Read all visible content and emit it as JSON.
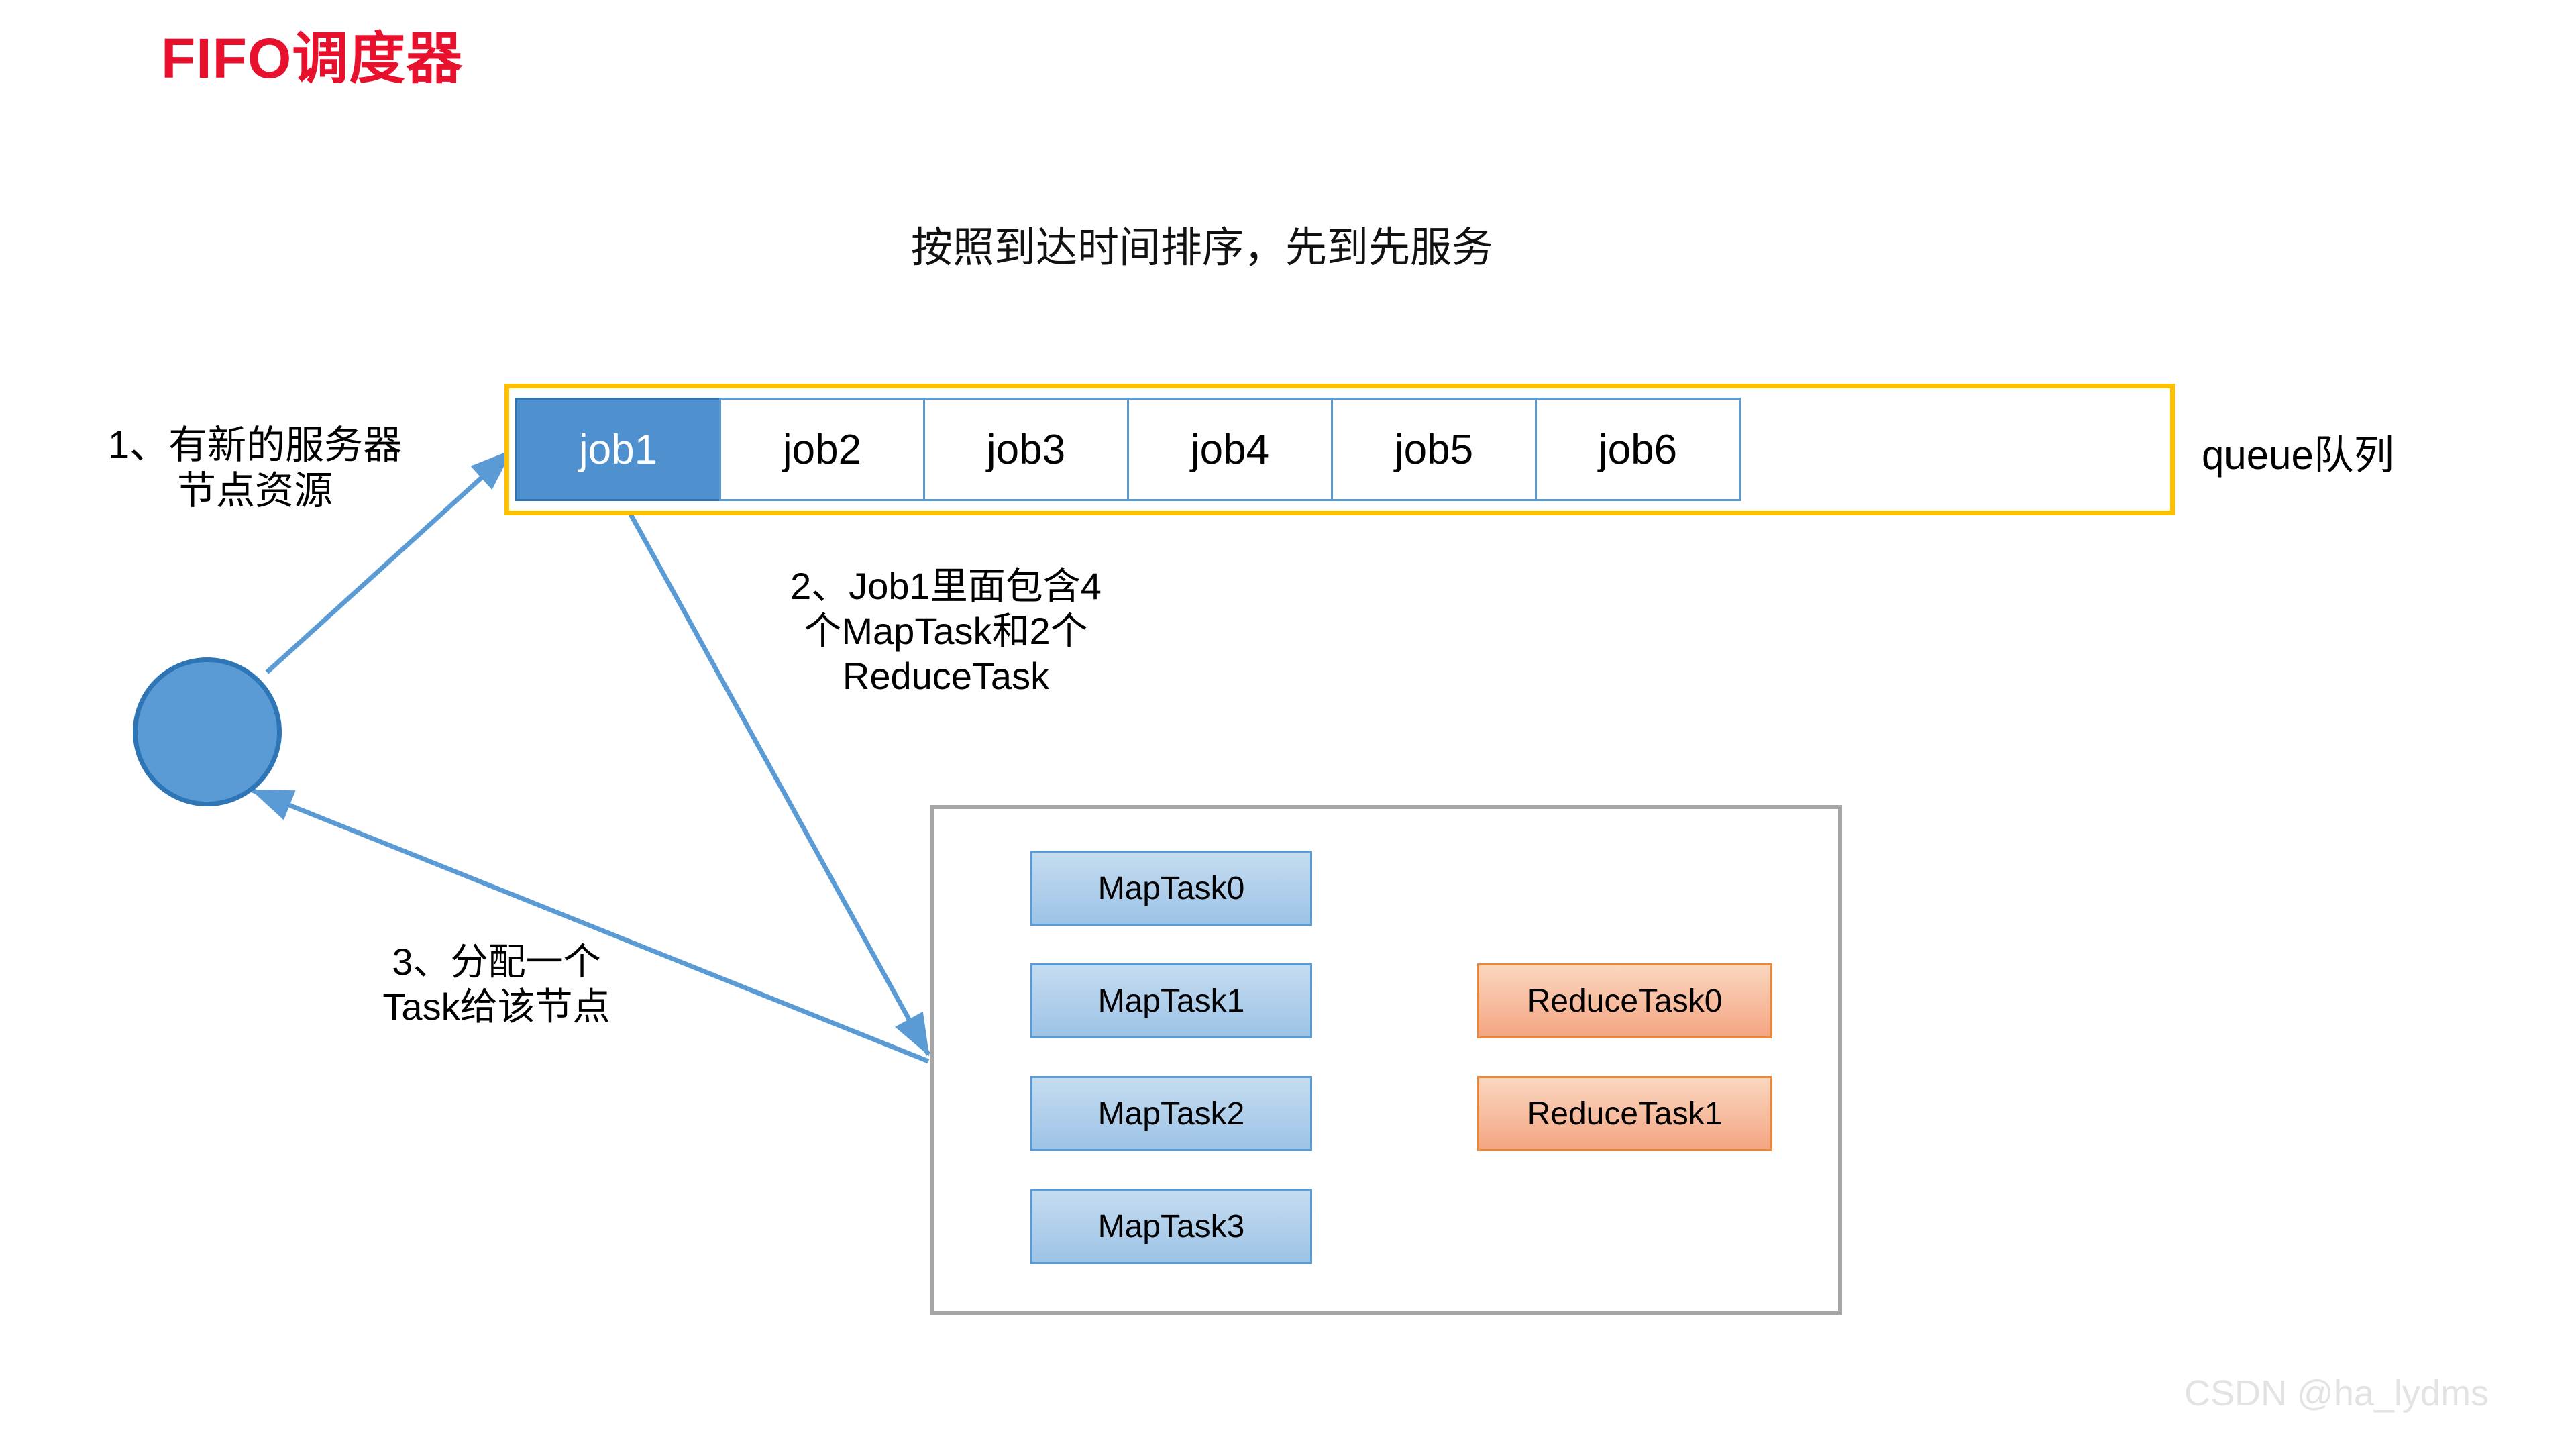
{
  "page": {
    "title": "FIFO调度器",
    "title_color": "#E8112D",
    "subtitle": "按照到达时间排序，先到先服务",
    "watermark": "CSDN @ha_lydms",
    "background": "#FFFFFF"
  },
  "queue": {
    "label": "queue队列",
    "border_color": "#FFC000",
    "cell_border_color": "#5B9BD5",
    "active_fill": "#4E91CE",
    "active_text_color": "#FFFFFF",
    "jobs": [
      {
        "label": "job1",
        "active": true
      },
      {
        "label": "job2",
        "active": false
      },
      {
        "label": "job3",
        "active": false
      },
      {
        "label": "job4",
        "active": false
      },
      {
        "label": "job5",
        "active": false
      },
      {
        "label": "job6",
        "active": false
      }
    ]
  },
  "notes": {
    "note1": {
      "line1": "1、有新的服务器",
      "line2": "节点资源"
    },
    "note2": {
      "line1": "2、Job1里面包含4",
      "line2": "个MapTask和2个",
      "line3": "ReduceTask"
    },
    "note3": {
      "line1": "3、分配一个",
      "line2": "Task给该节点"
    }
  },
  "node": {
    "fill": "#5B9BD5",
    "stroke": "#2E75B6"
  },
  "tasks": {
    "container_border": "#A6A6A6",
    "map_fill_top": "#C5DCF0",
    "map_fill_bottom": "#9DC3E6",
    "map_border": "#5B9BD5",
    "reduce_fill_top": "#FAD7C0",
    "reduce_fill_bottom": "#F4A582",
    "reduce_border": "#E8883A",
    "map_tasks": [
      {
        "label": "MapTask0"
      },
      {
        "label": "MapTask1"
      },
      {
        "label": "MapTask2"
      },
      {
        "label": "MapTask3"
      }
    ],
    "reduce_tasks": [
      {
        "label": "ReduceTask0"
      },
      {
        "label": "ReduceTask1"
      }
    ]
  },
  "arrows": {
    "color": "#5B9BD5",
    "items": [
      {
        "name": "node-to-queue",
        "from": "node",
        "to": "queue"
      },
      {
        "name": "incoming-queue",
        "from": "right",
        "to": "queue"
      },
      {
        "name": "job1-to-tasks",
        "from": "job1",
        "to": "task-container"
      },
      {
        "name": "tasks-to-node",
        "from": "task-container",
        "to": "node"
      }
    ]
  }
}
